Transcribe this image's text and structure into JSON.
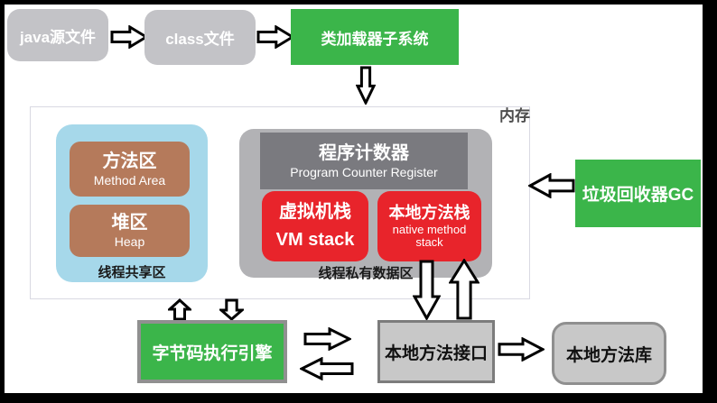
{
  "colors": {
    "green": "#3bb54a",
    "red": "#e8242b",
    "brown": "#b57a5b",
    "light_blue": "#a6d8ea",
    "top_box_gray": "#c3c3c7",
    "private_container_gray": "#b2b2b5",
    "pc_register_gray": "#7a7a7f",
    "bottom_box_gray": "#c8c8c8"
  },
  "top_flow": {
    "java_source": "java源文件",
    "class_file": "class文件",
    "class_loader": "类加载器子系统"
  },
  "memory": {
    "label": "内存",
    "shared": {
      "label": "线程共享区",
      "method_area_zh": "方法区",
      "method_area_en": "Method Area",
      "heap_zh": "堆区",
      "heap_en": "Heap"
    },
    "private": {
      "label": "线程私有数据区",
      "pc_zh": "程序计数器",
      "pc_en": "Program Counter Register",
      "vm_stack_zh": "虚拟机栈",
      "vm_stack_en": "VM stack",
      "native_stack_zh": "本地方法栈",
      "native_stack_en1": "native method",
      "native_stack_en2": "stack"
    }
  },
  "gc": {
    "label": "垃圾回收器GC"
  },
  "bottom": {
    "engine": "字节码执行引擎",
    "native_interface": "本地方法接口",
    "native_library": "本地方法库"
  }
}
